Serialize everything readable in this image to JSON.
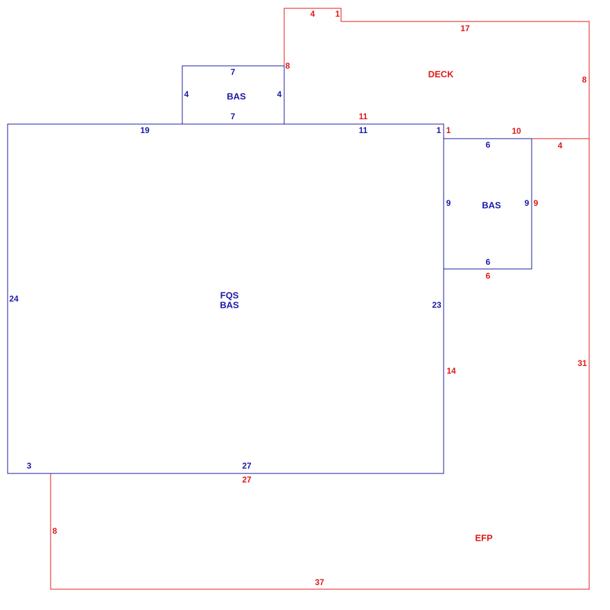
{
  "colors": {
    "blue": "#1a1aa6",
    "red": "#e01818"
  },
  "areas": {
    "main": {
      "line1": "FQS",
      "line2": "BAS"
    },
    "top_bas": "BAS",
    "right_bas": "BAS",
    "deck": "DECK",
    "efp": "EFP"
  },
  "dims": {
    "main_top": "19",
    "main_left": "24",
    "main_bottom_left": "3",
    "main_bottom": "27",
    "main_right": "23",
    "main_top_right": "11",
    "main_corner": "1",
    "top_bas_top": "7",
    "top_bas_bottom": "7",
    "top_bas_left": "4",
    "top_bas_right": "4",
    "right_bas_top": "6",
    "right_bas_bottom": "6",
    "right_bas_left": "9",
    "right_bas_right": "9",
    "deck_top_a": "4",
    "deck_top_b": "1",
    "deck_top_c": "17",
    "deck_left": "8",
    "deck_right": "8",
    "deck_bottom": "11",
    "deck_corner": "1",
    "deck_step": "10",
    "efp_top_right": "4",
    "efp_notch_right": "9",
    "efp_notch_bottom": "6",
    "efp_left_upper": "14",
    "efp_right": "31",
    "efp_top": "27",
    "efp_left": "8",
    "efp_bottom": "37"
  }
}
